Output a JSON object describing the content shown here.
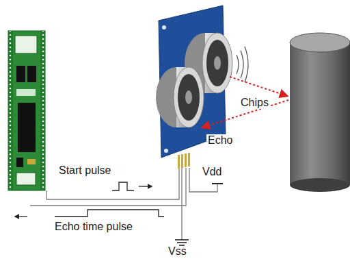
{
  "diagram": {
    "labels": [
      "Chips",
      "Echo",
      "Start pulse",
      "Vdd",
      "Echo time pulse",
      "Vss"
    ]
  }
}
